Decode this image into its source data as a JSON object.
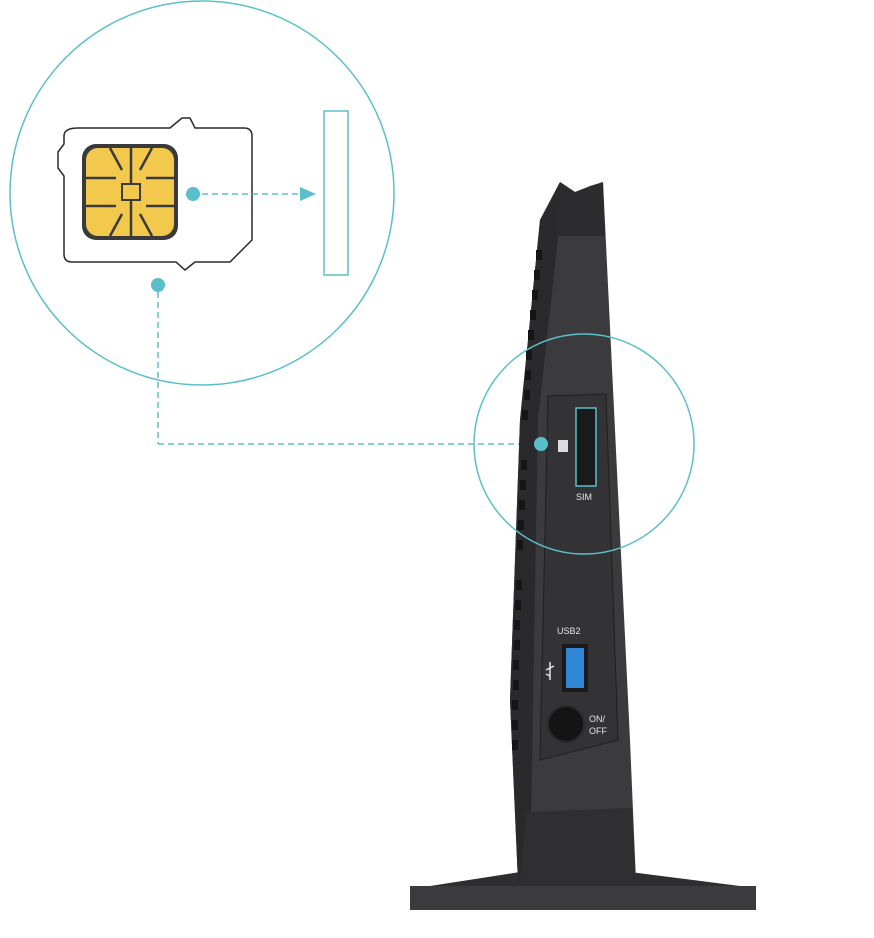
{
  "labels": {
    "sim": "SIM",
    "usb": "USB2",
    "power_line1": "ON/",
    "power_line2": "OFF"
  },
  "colors": {
    "accent": "#5bbfcb",
    "device_body": "#3b3b3d",
    "device_dark": "#1a1a1b",
    "sim_chip": "#f2c94c",
    "usb_port": "#2f86d6"
  },
  "icons": {
    "usb": "usb-icon",
    "sim": "sim-card-icon",
    "arrow": "insert-arrow-icon"
  }
}
